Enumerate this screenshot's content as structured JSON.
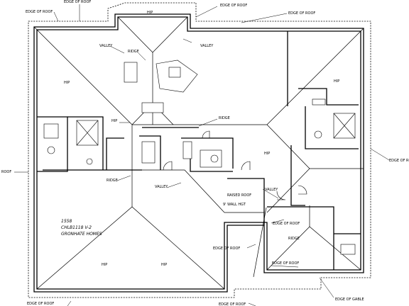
{
  "labels": {
    "edge_of_roof": "EDGE OF ROOF",
    "hip": "HIP",
    "valley": "VALLEY",
    "ridge": "RIDGE",
    "roof": "ROOF",
    "raised_roof": "RAISED ROOF",
    "wall_hgt": "9' WALL HGT",
    "edge_of_gable": "EDGE OF GABLE"
  },
  "plan_info": {
    "number": "1558",
    "code": "CHLB1118 V-2",
    "builder": "GRONHATE HOMES"
  },
  "colors": {
    "line": "#000000",
    "background": "#ffffff"
  }
}
